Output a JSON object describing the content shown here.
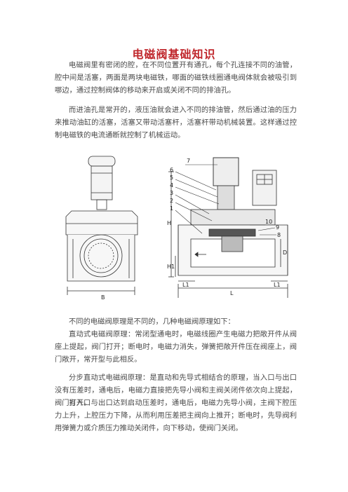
{
  "document": {
    "title": "电磁阀基础知识",
    "paragraphs": [
      "电磁阀里有密闭的腔，在不同位置开有通孔，每个孔连接不同的油管，腔中间是活塞，两面是两块电磁铁，哪面的磁铁线圈通电阀体就会被吸引到哪边，通过控制阀体的移动来开启或关闭不同的排油孔。",
      "而进油孔是常开的，液压油就会进入不同的排油管，然后通过油的压力来推动油缸的活塞，活塞又带动活塞杆，活塞杆带动机械装置。这样通过控制电磁铁的电流通断就控制了机械运动。",
      "不同的电磁阀原理是不同的，几种电磁阀原理如下：",
      "直动式电磁阀原理：常闭型通电时，电磁线圈产生电磁力把敞开件从阀座上提起，阀门打开；断电时，电磁力消失，弹簧把敞开件压在阀座上，阀门敞开，常开型与此相反。",
      "分步直动式电磁阀原理：是直动和先导式相结合的原理，当入口与出口没有压差时，通电后，电磁力直接把先导小阀和主阀关闭件依次向上提起，阀门打开。",
      "当入口与出口达到启动压差时，通电后，电磁力先导小阀，主阀下腔压力上升，上腔压力下降，从而利用压差把主阀向上推开；断电时，先导阀利用弹簧力或介质压力推动关闭件，向下移动，使阀门关闭。"
    ]
  },
  "figure": {
    "callouts": [
      "7",
      "6",
      "5",
      "4",
      "3",
      "2",
      "1",
      "10",
      "9",
      "8"
    ],
    "dims": {
      "h": "H",
      "h1": "H1",
      "b": "B",
      "l": "L",
      "l1a": "L1",
      "l1b": "L1",
      "d": "D"
    }
  }
}
